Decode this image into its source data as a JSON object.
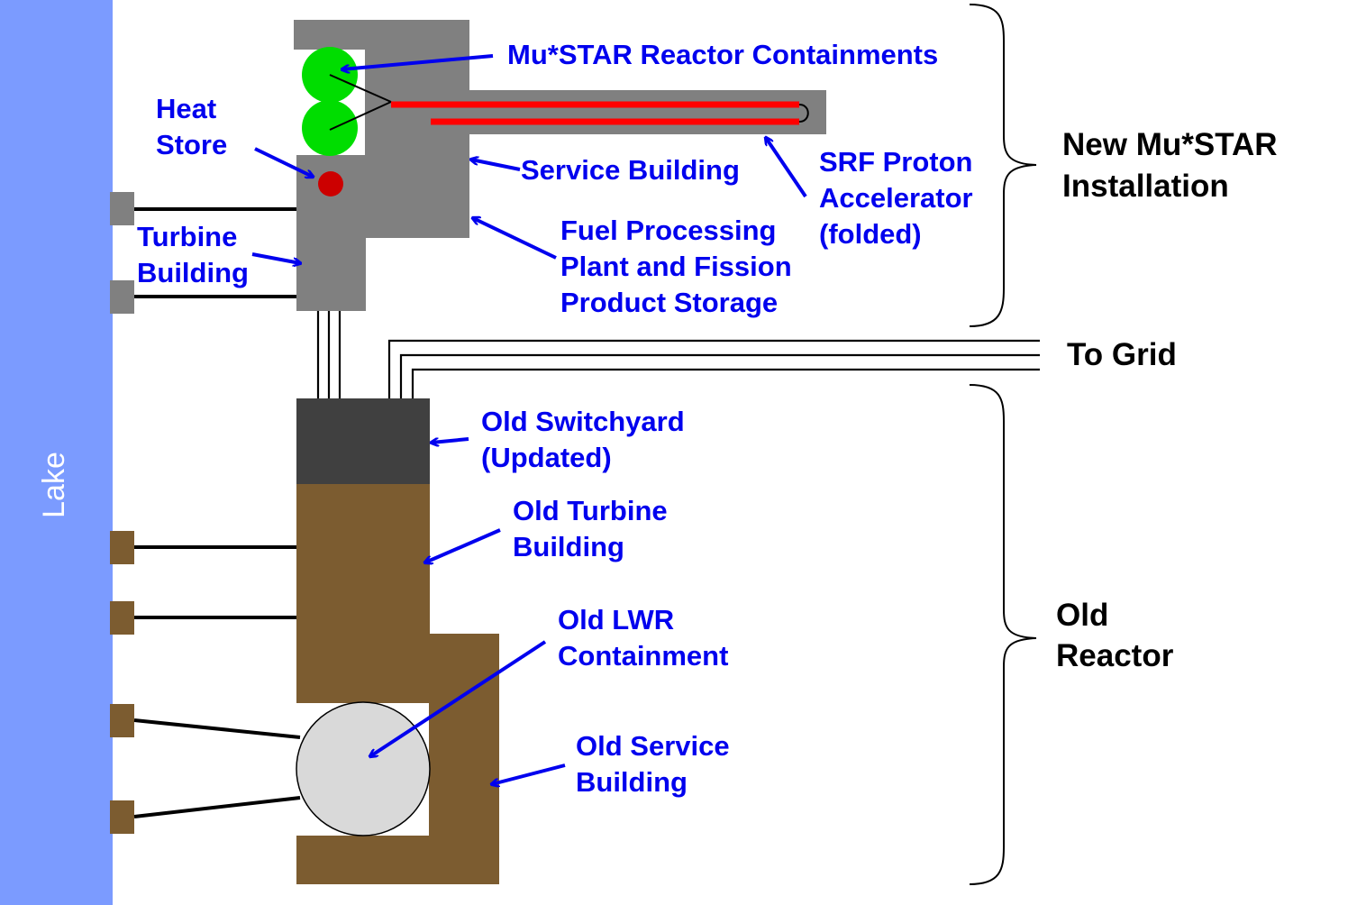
{
  "colors": {
    "lake": "#7b9bff",
    "new_building": "#808080",
    "old_building": "#7c5c30",
    "switchyard": "#404040",
    "reactor": "#00dd00",
    "heat_store": "#cc0000",
    "accelerator": "#ff0000",
    "containment_old": "#d9d9d9",
    "label": "#0000ee"
  },
  "lake_label": "Lake",
  "groups": {
    "new": [
      "New Mu*STAR",
      "Installation"
    ],
    "grid": "To Grid",
    "old": [
      "Old",
      "Reactor"
    ]
  },
  "labels": {
    "reactor_containments": "Mu*STAR Reactor Containments",
    "heat_store": [
      "Heat",
      "Store"
    ],
    "service_building": "Service Building",
    "srf_accelerator": [
      "SRF Proton",
      "Accelerator",
      "(folded)"
    ],
    "turbine_building": [
      "Turbine",
      "Building"
    ],
    "fuel_processing": [
      "Fuel Processing",
      "Plant and Fission",
      "Product Storage"
    ],
    "old_switchyard": [
      "Old Switchyard",
      "(Updated)"
    ],
    "old_turbine": [
      "Old Turbine",
      "Building"
    ],
    "old_lwr": [
      "Old LWR",
      "Containment"
    ],
    "old_service": [
      "Old Service",
      "Building"
    ]
  }
}
